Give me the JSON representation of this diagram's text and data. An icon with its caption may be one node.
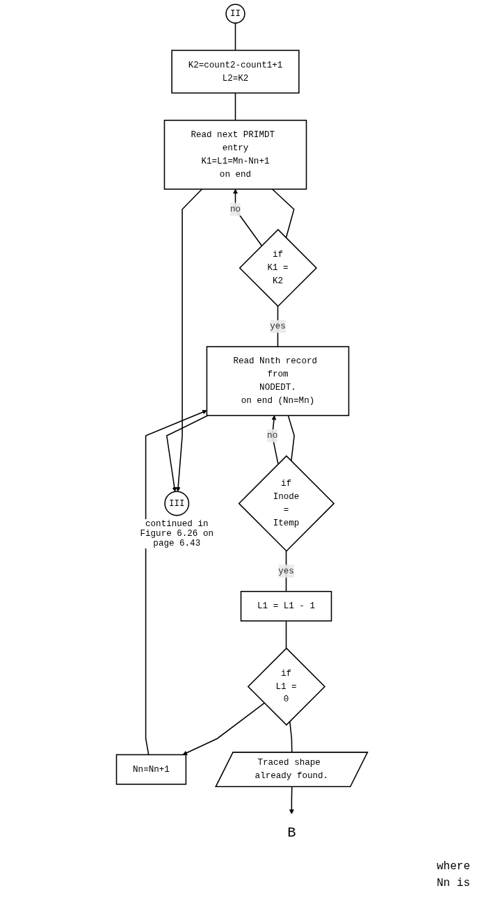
{
  "diagram": {
    "nodes": [
      {
        "text": [
          "II"
        ]
      },
      {
        "text": [
          "K2=count2-count1+1",
          "L2=K2"
        ]
      },
      {
        "text": [
          "Read next PRIMDT entry",
          "K1=L1=Mn-Nn+1",
          "on end"
        ]
      },
      {
        "text": [
          "if",
          "K1 =",
          "K2"
        ]
      },
      {
        "text": [
          "Read Nnth record from",
          "NODEDT.",
          "on end (Nn=Mn)"
        ]
      },
      {
        "text": [
          "if",
          "Inode",
          "=",
          "Itemp"
        ]
      },
      {
        "text": [
          "L1 = L1 - 1"
        ]
      },
      {
        "text": [
          "Nn=Nn+1"
        ]
      },
      {
        "text": [
          "if",
          "L1 =",
          "0"
        ]
      },
      {
        "text": [
          "Traced shape already found."
        ]
      },
      {
        "text": [
          "III"
        ],
        "beside": [
          "continued in Figure 6.26 on page 6.43"
        ]
      },
      {
        "text": [
          "B"
        ]
      }
    ],
    "edges": [
      {
        "from": 0,
        "to": 1,
        "arrow": "none"
      },
      {
        "from": 1,
        "to": 2,
        "arrow": "none"
      },
      {
        "from": 2,
        "to": 3,
        "arrow": "none"
      },
      {
        "from": 3,
        "to": 2,
        "arrow": "to",
        "label": "no"
      },
      {
        "from": 3,
        "to": 4,
        "arrow": "none",
        "label": "yes"
      },
      {
        "from": 2,
        "to": 10,
        "arrow": "to"
      },
      {
        "from": 4,
        "to": 10,
        "arrow": "to"
      },
      {
        "from": 4,
        "to": 5,
        "arrow": "none"
      },
      {
        "from": 5,
        "to": 4,
        "arrow": "to",
        "label": "no"
      },
      {
        "from": 5,
        "to": 6,
        "arrow": "none",
        "label": "yes"
      },
      {
        "from": 6,
        "to": 8,
        "arrow": "none"
      },
      {
        "from": 8,
        "to": 7,
        "arrow": "to"
      },
      {
        "from": 7,
        "to": 4,
        "arrow": "to"
      },
      {
        "from": 8,
        "to": 9,
        "arrow": "none"
      },
      {
        "from": 9,
        "to": 11,
        "arrow": "to"
      }
    ],
    "labels": [
      "where",
      "Nn is"
    ]
  }
}
